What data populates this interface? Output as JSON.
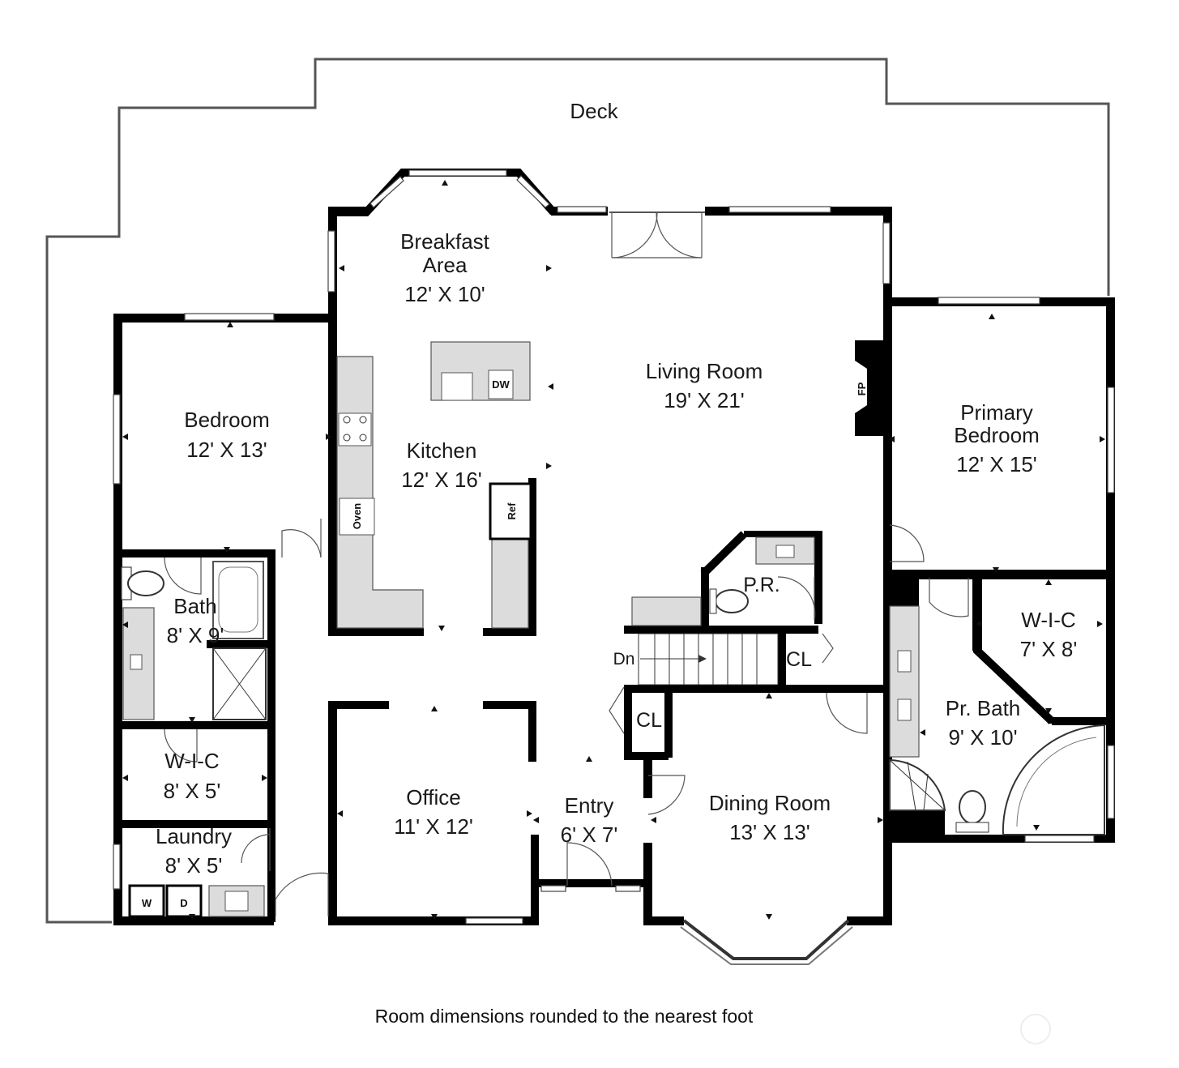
{
  "rooms": {
    "deck": {
      "name": "Deck"
    },
    "breakfast": {
      "name_line1": "Breakfast",
      "name_line2": "Area",
      "dims": "12' X 10'"
    },
    "living": {
      "name": "Living Room",
      "dims": "19' X 21'"
    },
    "bedroom": {
      "name": "Bedroom",
      "dims": "12' X 13'"
    },
    "kitchen": {
      "name": "Kitchen",
      "dims": "12' X 16'"
    },
    "primary_bedroom": {
      "name_line1": "Primary",
      "name_line2": "Bedroom",
      "dims": "12' X 15'"
    },
    "powder": {
      "name": "P.R."
    },
    "bath": {
      "name": "Bath",
      "dims": "8' X 9'"
    },
    "wic_left": {
      "name": "W-I-C",
      "dims": "8' X 5'"
    },
    "wic_right": {
      "name": "W-I-C",
      "dims": "7' X 8'"
    },
    "pr_bath": {
      "name": "Pr. Bath",
      "dims": "9' X 10'"
    },
    "laundry": {
      "name": "Laundry",
      "dims": "8' X 5'"
    },
    "office": {
      "name": "Office",
      "dims": "11' X 12'"
    },
    "entry": {
      "name": "Entry",
      "dims": "6' X 7'"
    },
    "dining": {
      "name": "Dining Room",
      "dims": "13' X 13'"
    },
    "closet_1": {
      "name": "CL"
    },
    "closet_2": {
      "name": "CL"
    },
    "stairs": {
      "name": "Dn"
    }
  },
  "fixtures": {
    "dishwasher": "DW",
    "fireplace": "FP",
    "oven": "Oven",
    "refrigerator": "Ref",
    "washer": "W",
    "dryer": "D"
  },
  "caption": "Room dimensions rounded to the nearest foot"
}
